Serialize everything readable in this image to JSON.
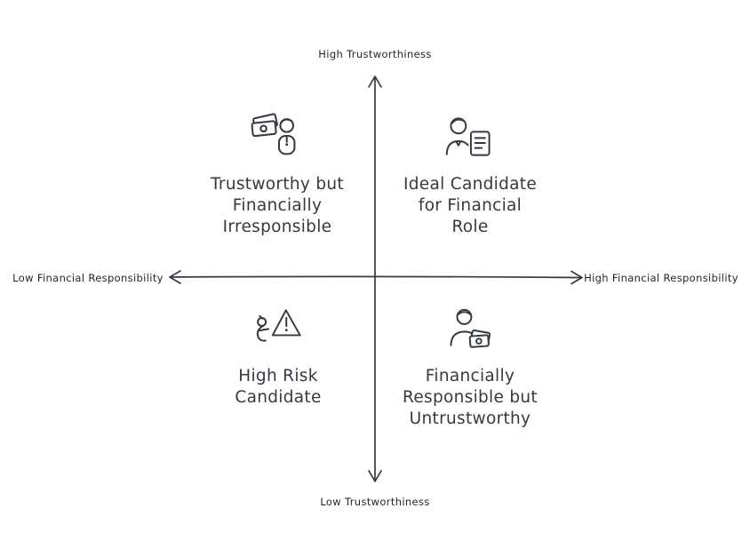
{
  "diagram": {
    "type": "quadrant",
    "axes": {
      "vertical_top": "High Trustworthiness",
      "vertical_bottom": "Low Trustworthiness",
      "horizontal_left": "Low Financial Responsibility",
      "horizontal_right": "High Financial Responsibility"
    },
    "quadrants": {
      "top_left": {
        "label": "Trustworthy but\nFinancially\nIrresponsible",
        "icon": "person-with-banknotes-icon"
      },
      "top_right": {
        "label": "Ideal Candidate\nfor Financial\nRole",
        "icon": "person-with-document-icon"
      },
      "bottom_left": {
        "label": "High Risk\nCandidate",
        "icon": "person-with-warning-icon"
      },
      "bottom_right": {
        "label": "Financially\nResponsible but\nUntrustworthy",
        "icon": "person-with-cards-icon"
      }
    },
    "colors": {
      "stroke": "#343a40",
      "text": "#343a40",
      "background": "#ffffff"
    }
  }
}
